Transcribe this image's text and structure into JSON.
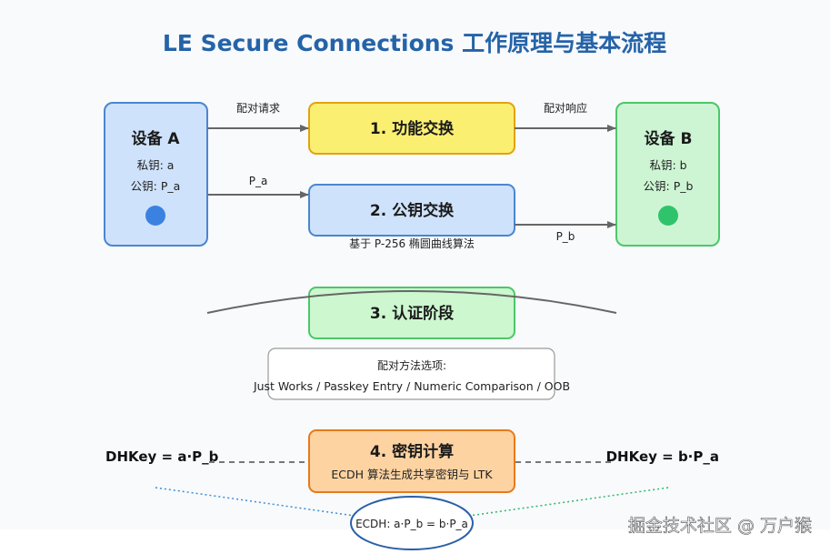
{
  "title": "LE Secure Connections 工作原理与基本流程",
  "device_a": {
    "title": "设备 A",
    "private_key": "私钥: a",
    "public_key": "公钥: P_a",
    "dot_color": "#3b82e0"
  },
  "device_b": {
    "title": "设备 B",
    "private_key": "私钥: b",
    "public_key": "公钥: P_b",
    "dot_color": "#2fc46c"
  },
  "steps": {
    "feature_exchange": "1. 功能交换",
    "public_key_exchange": "2. 公钥交换",
    "public_key_note": "基于 P-256 椭圆曲线算法",
    "authentication": "3. 认证阶段",
    "key_calculation": "4. 密钥计算",
    "key_calculation_note": "ECDH 算法生成共享密钥与 LTK"
  },
  "arrows": {
    "pairing_request": "配对请求",
    "pairing_response": "配对响应",
    "p_a": "P_a",
    "p_b": "P_b"
  },
  "pairing_methods": {
    "heading": "配对方法选项:",
    "options": "Just Works / Passkey Entry / Numeric Comparison / OOB"
  },
  "dhkey": {
    "left": "DHKey = a·P_b",
    "right": "DHKey = b·P_a",
    "ecdh": "ECDH: a·P_b = b·P_a"
  },
  "watermark": "掘金技术社区 @ 万户猴",
  "colors": {
    "title": "#2563a8",
    "feature_fill": "#fbef72",
    "feature_stroke": "#e2a20f",
    "pubkey_fill": "#cfe2fb",
    "pubkey_stroke": "#4a86cf",
    "auth_fill": "#ccf7cf",
    "auth_stroke": "#4cc76a",
    "key_fill": "#fdd3a2",
    "key_stroke": "#e67a1c"
  }
}
